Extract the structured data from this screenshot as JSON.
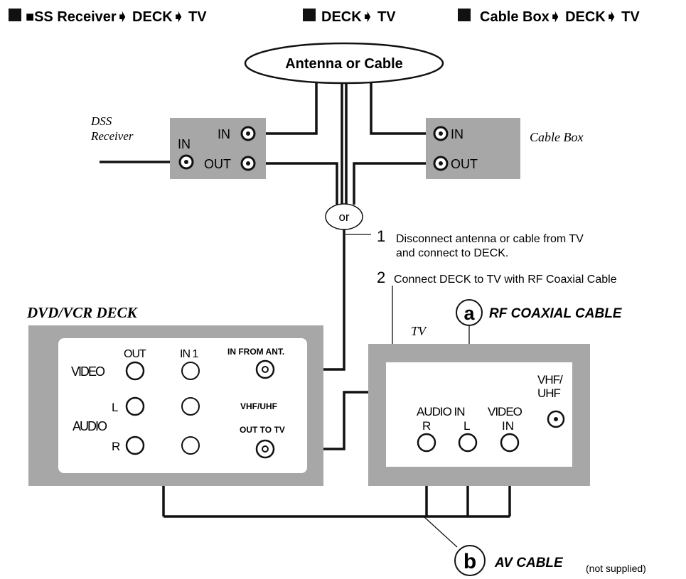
{
  "header": {
    "mode_1": "■SS Receiver➧ DECK➧ TV",
    "mode_2": "DECK➧ TV",
    "mode_3": "Cable Box➧ DECK➧ TV"
  },
  "antenna": {
    "label": "Antenna or Cable"
  },
  "dss": {
    "name_line1": "DSS",
    "name_line2": "Receiver",
    "in_left": "IN",
    "in_right": "IN",
    "out": "OUT"
  },
  "cablebox": {
    "name": "Cable Box",
    "in": "IN",
    "out": "OUT"
  },
  "or_label": "or",
  "steps": [
    {
      "num": "1",
      "line1": "Disconnect antenna or cable from TV",
      "line2": "and connect to DECK."
    },
    {
      "num": "2",
      "line1": "Connect DECK to TV with RF Coaxial Cable"
    }
  ],
  "deck": {
    "title": "DVD/VCR DECK",
    "out": "OUT",
    "in1": "IN 1",
    "video": "VIDEO",
    "l": "L",
    "audio": "AUDIO",
    "r": "R",
    "in_from_ant": "IN FROM ANT.",
    "vhf_uhf": "VHF/UHF",
    "out_to_tv": "OUT TO TV"
  },
  "tv": {
    "title": "TV",
    "vhf": "VHF/",
    "uhf": "UHF",
    "audio_in": "AUDIO IN",
    "video": "VIDEO",
    "r": "R",
    "l": "L",
    "in": "IN"
  },
  "cable_a": {
    "letter": "a",
    "label": "RF COAXIAL CABLE"
  },
  "cable_b": {
    "letter": "b",
    "label": "AV CABLE",
    "note": "(not supplied)"
  }
}
